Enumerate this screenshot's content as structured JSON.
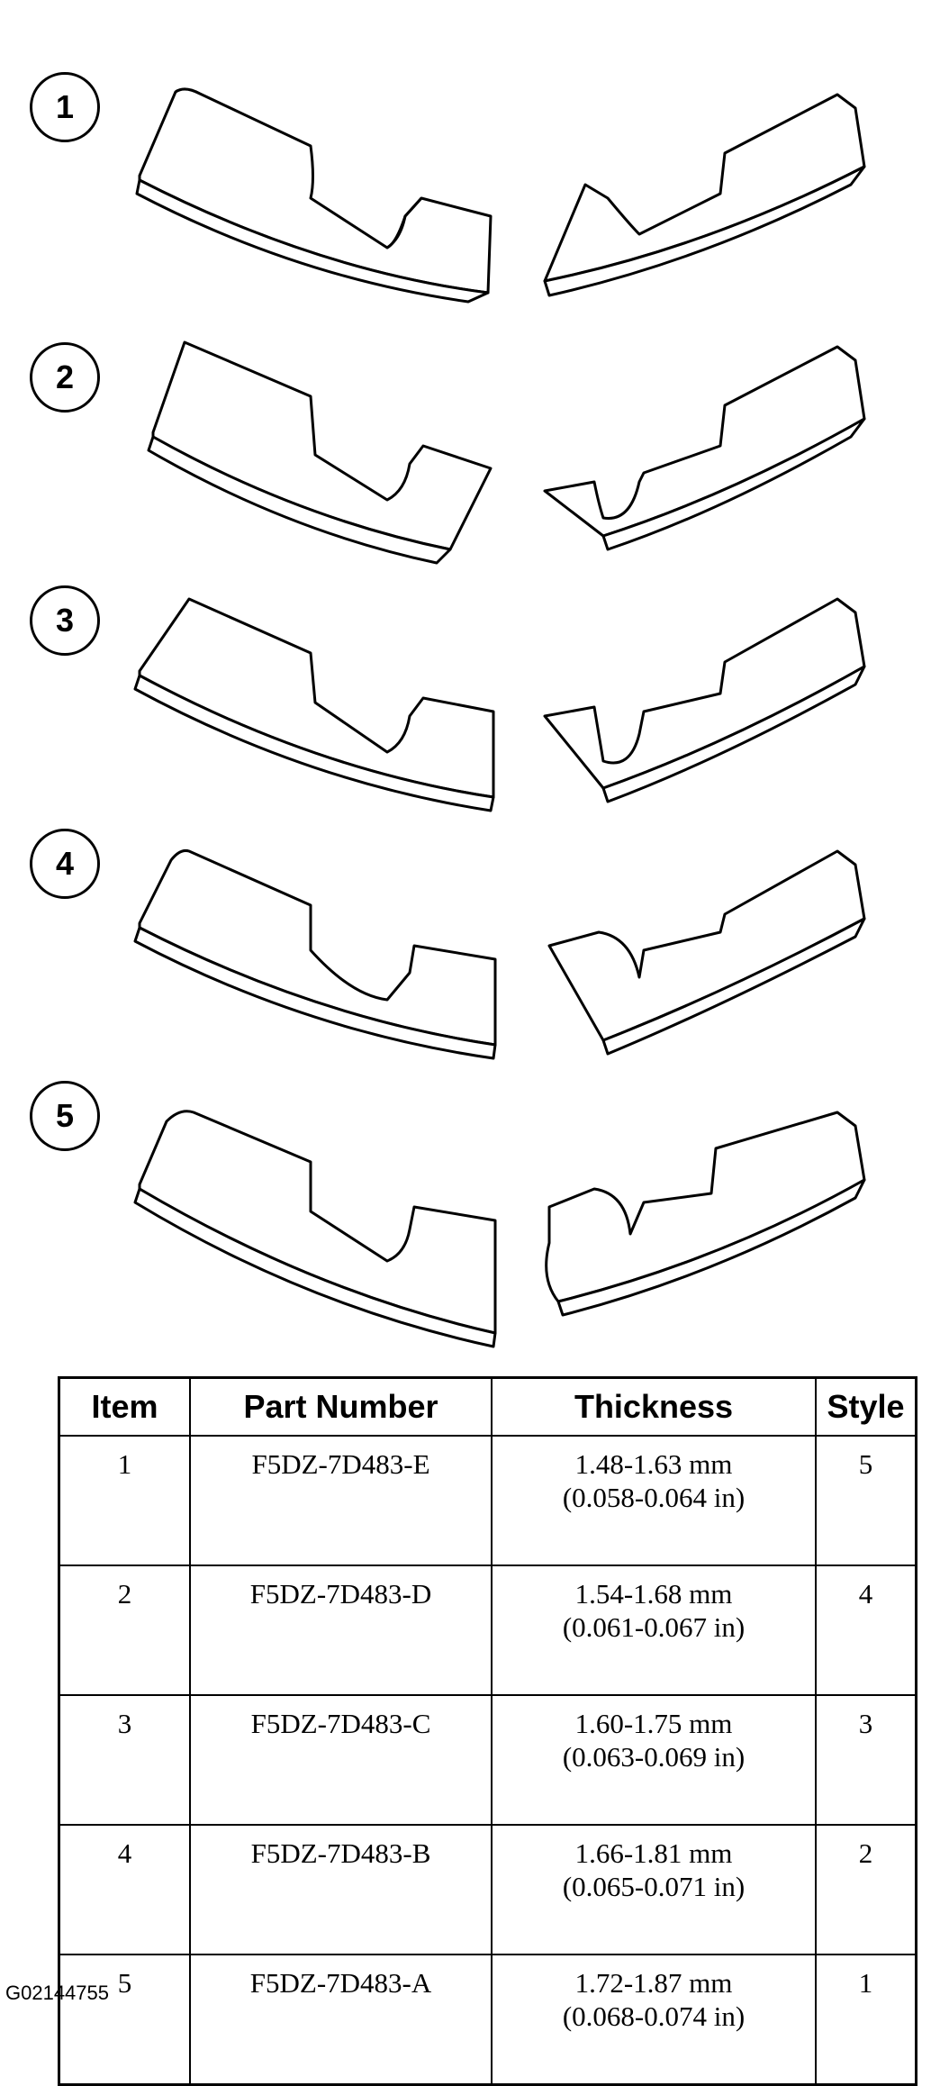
{
  "shims": [
    {
      "item": "1"
    },
    {
      "item": "2"
    },
    {
      "item": "3"
    },
    {
      "item": "4"
    },
    {
      "item": "5"
    }
  ],
  "table": {
    "headers": [
      "Item",
      "Part Number",
      "Thickness",
      "Style"
    ],
    "rows": [
      {
        "item": "1",
        "part_number": "F5DZ-7D483-E",
        "thickness_mm": "1.48-1.63 mm",
        "thickness_in": "(0.058-0.064 in)",
        "style": "5"
      },
      {
        "item": "2",
        "part_number": "F5DZ-7D483-D",
        "thickness_mm": "1.54-1.68 mm",
        "thickness_in": "(0.061-0.067 in)",
        "style": "4"
      },
      {
        "item": "3",
        "part_number": "F5DZ-7D483-C",
        "thickness_mm": "1.60-1.75 mm",
        "thickness_in": "(0.063-0.069 in)",
        "style": "3"
      },
      {
        "item": "4",
        "part_number": "F5DZ-7D483-B",
        "thickness_mm": "1.66-1.81 mm",
        "thickness_in": "(0.065-0.071 in)",
        "style": "2"
      },
      {
        "item": "5",
        "part_number": "F5DZ-7D483-A",
        "thickness_mm": "1.72-1.87 mm",
        "thickness_in": "(0.068-0.074 in)",
        "style": "1"
      }
    ]
  },
  "figure_id": "G02144755"
}
